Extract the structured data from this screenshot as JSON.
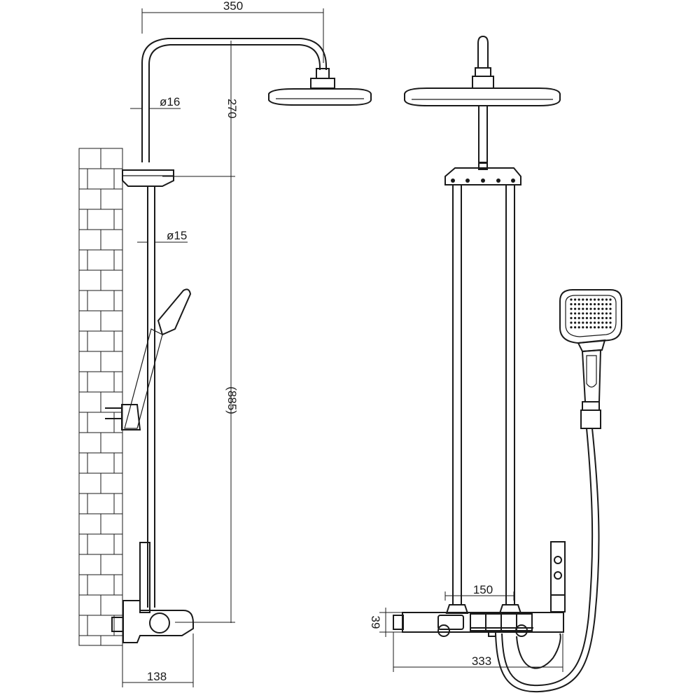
{
  "dimensions": {
    "arm_reach": "350",
    "arm_tube_diameter": "ø16",
    "arm_height": "270",
    "riser_diameter": "ø15",
    "riser_length": "(885)",
    "wall_offset": "138",
    "mixer_height": "39",
    "riser_spacing": "150",
    "mixer_width": "333"
  },
  "colors": {
    "line": "#1a1a1a",
    "background": "#ffffff"
  }
}
